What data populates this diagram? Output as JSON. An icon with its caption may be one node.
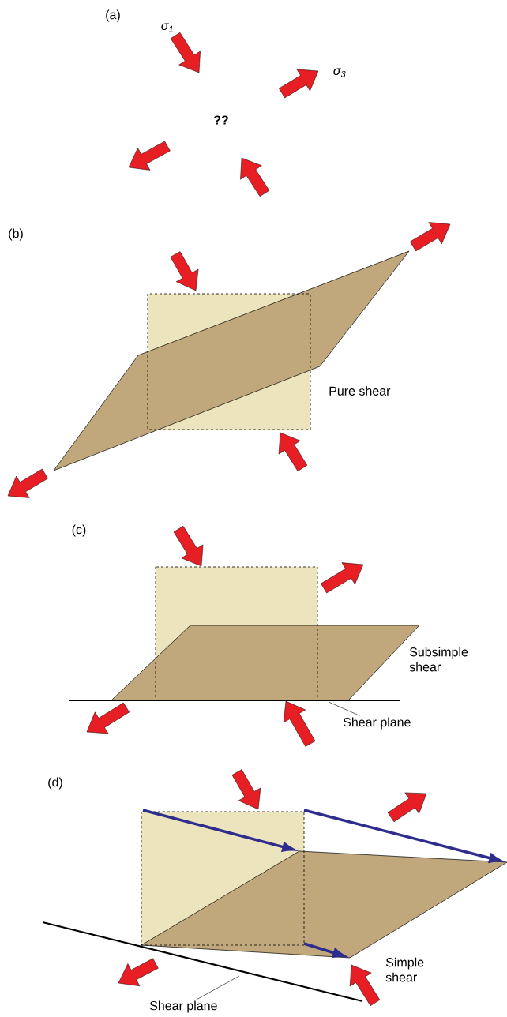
{
  "diagram": {
    "nodes": [
      {
        "text": [
          "Shear plane"
        ]
      },
      {
        "text": [
          "Shear plane"
        ]
      }
    ],
    "edges": [
      {
        "from": 0,
        "to": null,
        "arrow": "none"
      },
      {
        "from": 1,
        "to": null,
        "arrow": "none"
      }
    ],
    "labels": [
      "(a)",
      "σ$_{1}$",
      "σ$_{3}$",
      "??",
      "(b)",
      "Pure shear",
      "(c)",
      "Subsimple shear",
      "(d)",
      "Simple shear"
    ]
  }
}
